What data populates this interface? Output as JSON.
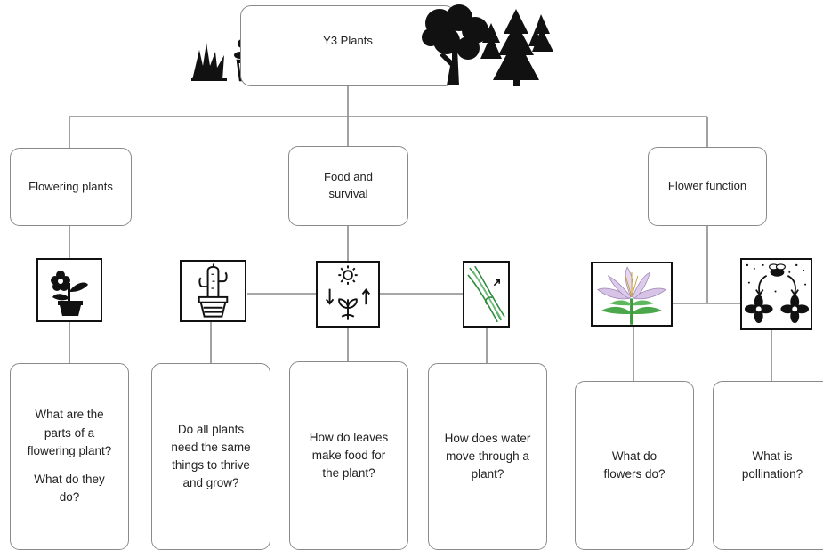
{
  "title": "Y3 Plants",
  "topics": [
    {
      "id": "flowering",
      "label": "Flowering plants"
    },
    {
      "id": "food",
      "label_lines": [
        "Food and",
        "survival"
      ]
    },
    {
      "id": "function",
      "label": "Flower function"
    }
  ],
  "questions": [
    {
      "id": "q1",
      "lines": [
        "What are the",
        "parts of a",
        "flowering plant?"
      ],
      "lines2": [
        "What do they",
        "do?"
      ]
    },
    {
      "id": "q2",
      "lines": [
        "Do all plants",
        "need the same",
        "things to thrive",
        "and grow?"
      ]
    },
    {
      "id": "q3",
      "lines": [
        "How do leaves",
        "make food for",
        "the plant?"
      ]
    },
    {
      "id": "q4",
      "lines": [
        "How does water",
        "move through a",
        "plant?"
      ]
    },
    {
      "id": "q5",
      "lines": [
        "What do",
        "flowers do?"
      ]
    },
    {
      "id": "q6",
      "lines": [
        "What is",
        "pollination?"
      ]
    }
  ],
  "icons": [
    "grass-icon",
    "potted-plant-icon",
    "tree-icon",
    "pine-trees-icon",
    "flower-pot-icon",
    "cactus-icon",
    "sun-growth-icon",
    "stem-water-icon",
    "lily-flower-icon",
    "pollination-icon"
  ]
}
